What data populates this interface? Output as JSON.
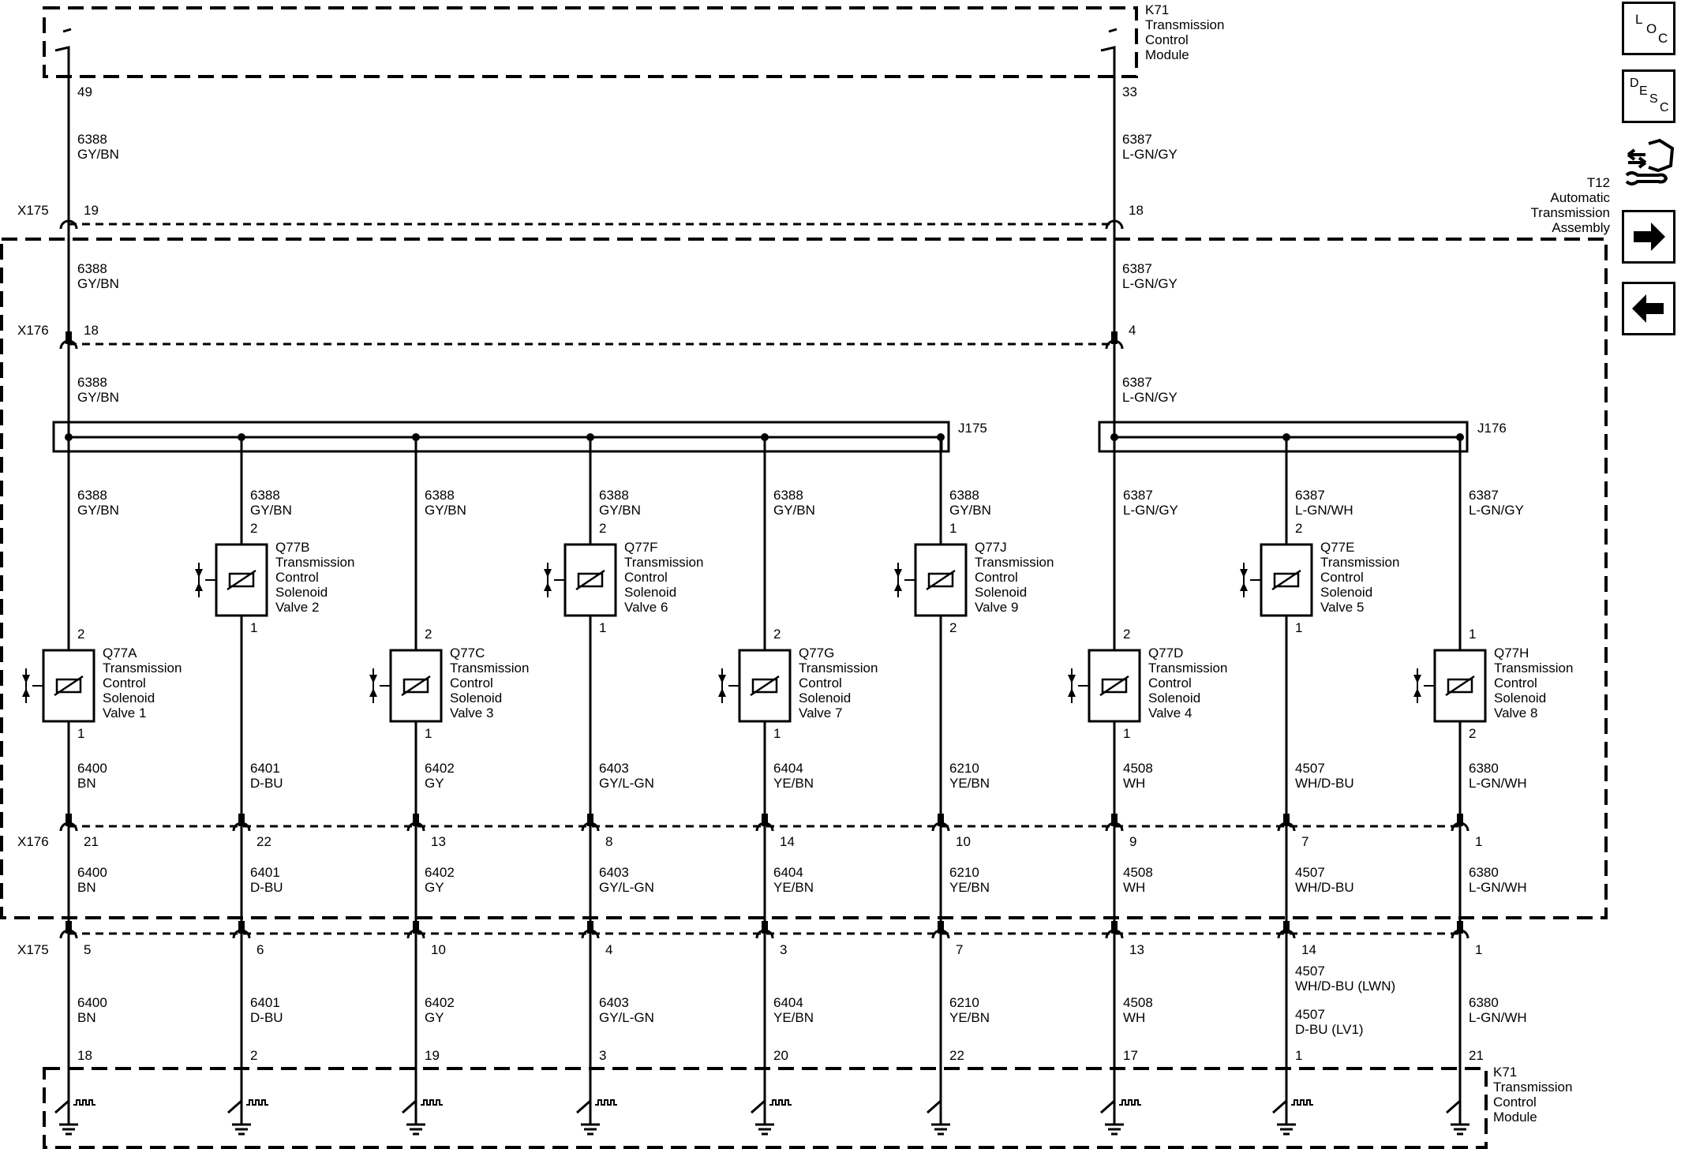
{
  "modules": {
    "k71_top": [
      "K71",
      "Transmission",
      "Control",
      "Module"
    ],
    "k71_bottom": [
      "K71",
      "Transmission",
      "Control",
      "Module"
    ],
    "t12": [
      "T12",
      "Automatic",
      "Transmission",
      "Assembly"
    ]
  },
  "connectors": {
    "x175": "X175",
    "x176": "X176",
    "j175": "J175",
    "j176": "J176"
  },
  "top_pins": {
    "k71_left": "49",
    "k71_right": "33",
    "x175_left": "19",
    "x175_right": "18",
    "x176_left": "18",
    "x176_right": "4"
  },
  "top_wires": {
    "left": {
      "num": "6388",
      "color": "GY/BN"
    },
    "right": {
      "num": "6387",
      "color": "L-GN/GY"
    }
  },
  "columns": [
    {
      "feed": {
        "num": "6388",
        "color": "GY/BN"
      },
      "solenoid": {
        "id": "Q77A",
        "l1": "Transmission",
        "l2": "Control",
        "l3": "Solenoid",
        "l4": "Valve 1",
        "pin_top": "2",
        "pin_bottom": "1"
      },
      "wire": {
        "num": "6400",
        "color": "BN"
      },
      "x176_pin": "21",
      "x175_pin": "5",
      "k71_pin": "18"
    },
    {
      "feed": {
        "num": "6388",
        "color": "GY/BN"
      },
      "solenoid": {
        "id": "Q77B",
        "l1": "Transmission",
        "l2": "Control",
        "l3": "Solenoid",
        "l4": "Valve 2",
        "pin_top": "2",
        "pin_bottom": "1"
      },
      "wire": {
        "num": "6401",
        "color": "D-BU"
      },
      "x176_pin": "22",
      "x175_pin": "6",
      "k71_pin": "2"
    },
    {
      "feed": {
        "num": "6388",
        "color": "GY/BN"
      },
      "solenoid": {
        "id": "Q77C",
        "l1": "Transmission",
        "l2": "Control",
        "l3": "Solenoid",
        "l4": "Valve 3",
        "pin_top": "2",
        "pin_bottom": "1"
      },
      "wire": {
        "num": "6402",
        "color": "GY"
      },
      "x176_pin": "13",
      "x175_pin": "10",
      "k71_pin": "19"
    },
    {
      "feed": {
        "num": "6388",
        "color": "GY/BN"
      },
      "solenoid": {
        "id": "Q77F",
        "l1": "Transmission",
        "l2": "Control",
        "l3": "Solenoid",
        "l4": "Valve 6",
        "pin_top": "2",
        "pin_bottom": "1"
      },
      "wire": {
        "num": "6403",
        "color": "GY/L-GN"
      },
      "x176_pin": "8",
      "x175_pin": "4",
      "k71_pin": "3"
    },
    {
      "feed": {
        "num": "6388",
        "color": "GY/BN"
      },
      "solenoid": {
        "id": "Q77G",
        "l1": "Transmission",
        "l2": "Control",
        "l3": "Solenoid",
        "l4": "Valve 7",
        "pin_top": "2",
        "pin_bottom": "1"
      },
      "wire": {
        "num": "6404",
        "color": "YE/BN"
      },
      "x176_pin": "14",
      "x175_pin": "3",
      "k71_pin": "20"
    },
    {
      "feed": {
        "num": "6388",
        "color": "GY/BN"
      },
      "solenoid": {
        "id": "Q77J",
        "l1": "Transmission",
        "l2": "Control",
        "l3": "Solenoid",
        "l4": "Valve 9",
        "pin_top": "1",
        "pin_bottom": "2"
      },
      "wire": {
        "num": "6210",
        "color": "YE/BN"
      },
      "x176_pin": "10",
      "x175_pin": "7",
      "k71_pin": "22"
    },
    {
      "feed": {
        "num": "6387",
        "color": "L-GN/GY"
      },
      "solenoid": {
        "id": "Q77D",
        "l1": "Transmission",
        "l2": "Control",
        "l3": "Solenoid",
        "l4": "Valve 4",
        "pin_top": "2",
        "pin_bottom": "1"
      },
      "wire": {
        "num": "4508",
        "color": "WH"
      },
      "x176_pin": "9",
      "x175_pin": "13",
      "k71_pin": "17"
    },
    {
      "feed": {
        "num": "6387",
        "color": "L-GN/WH"
      },
      "solenoid": {
        "id": "Q77E",
        "l1": "Transmission",
        "l2": "Control",
        "l3": "Solenoid",
        "l4": "Valve 5",
        "pin_top": "2",
        "pin_bottom": "1"
      },
      "wire": {
        "num": "4507",
        "color": "WH/D-BU"
      },
      "x176_pin": "7",
      "x175_pin": "14",
      "k71_pin": "1",
      "alt": {
        "num1": "4507",
        "color1": "WH/D-BU (LWN)",
        "num2": "4507",
        "color2": "D-BU (LV1)"
      }
    },
    {
      "feed": {
        "num": "6387",
        "color": "L-GN/GY"
      },
      "solenoid": {
        "id": "Q77H",
        "l1": "Transmission",
        "l2": "Control",
        "l3": "Solenoid",
        "l4": "Valve 8",
        "pin_top": "1",
        "pin_bottom": "2"
      },
      "wire": {
        "num": "6380",
        "color": "L-GN/WH"
      },
      "x176_pin": "1",
      "x175_pin": "1",
      "k71_pin": "21"
    }
  ],
  "side_buttons": {
    "loc": {
      "l1": "L",
      "l2": "O",
      "l3": "C"
    },
    "desc": {
      "l1": "D",
      "l2": "E",
      "l3": "S",
      "l4": "C"
    }
  }
}
